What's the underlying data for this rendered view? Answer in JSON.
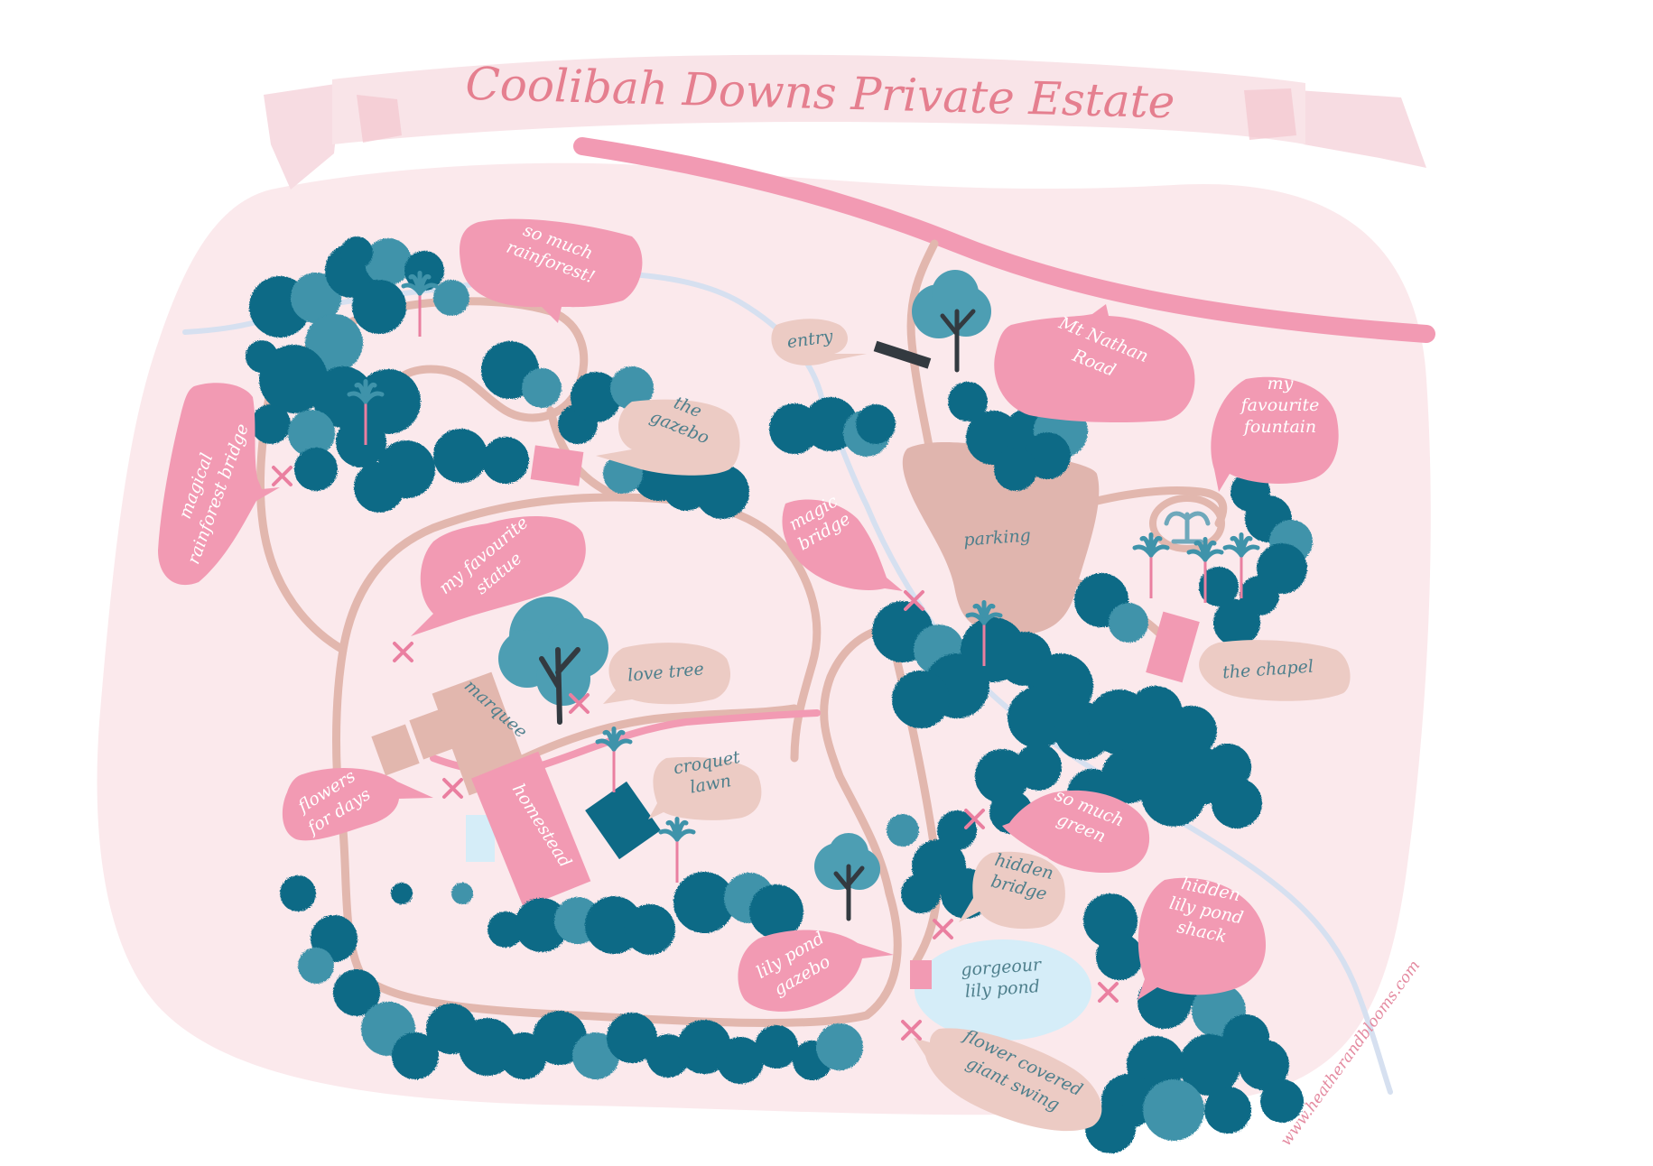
{
  "title": "Coolibah Downs Private Estate",
  "credit": "www.heatherandblooms.com",
  "colors": {
    "ground": "#fbe9ec",
    "ribbon": "#f9e4e8",
    "road": "#f29ab3",
    "path": "#e2b7ae",
    "creek": "#d6e0f0",
    "tree_dark": "#0e6a86",
    "tree_light": "#3f93aa",
    "building_pink": "#f29ab3",
    "building_beige": "#e2b7ae",
    "water": "#d5edf8",
    "marker": "#ea7fa0"
  },
  "labels": {
    "so_much_rainforest": [
      "so much",
      "rainforest!"
    ],
    "magical_rainforest_bridge": [
      "magical",
      "rainforest bridge"
    ],
    "entry": [
      "entry"
    ],
    "mt_nathan_road": [
      "Mt Nathan",
      "Road"
    ],
    "the_gazebo": [
      "the",
      "gazebo"
    ],
    "my_favourite_fountain": [
      "my",
      "favourite",
      "fountain"
    ],
    "magic_bridge": [
      "magic",
      "bridge"
    ],
    "parking": [
      "parking"
    ],
    "my_favourite_statue": [
      "my favourite",
      "statue"
    ],
    "love_tree": [
      "love tree"
    ],
    "the_chapel": [
      "the chapel"
    ],
    "marquee": [
      "marquee"
    ],
    "homestead": [
      "homestead"
    ],
    "croquet_lawn": [
      "croquet",
      "lawn"
    ],
    "flowers_for_days": [
      "flowers",
      "for days"
    ],
    "so_much_green": [
      "so much",
      "green"
    ],
    "hidden_bridge": [
      "hidden",
      "bridge"
    ],
    "hidden_lily_pond_shack": [
      "hidden",
      "lily pond",
      "shack"
    ],
    "lily_pond_gazebo": [
      "lily pond",
      "gazebo"
    ],
    "gorgeous_lily_pond": [
      "gorgeour",
      "lily pond"
    ],
    "flower_covered_giant_swing": [
      "flower covered",
      "giant swing"
    ]
  }
}
